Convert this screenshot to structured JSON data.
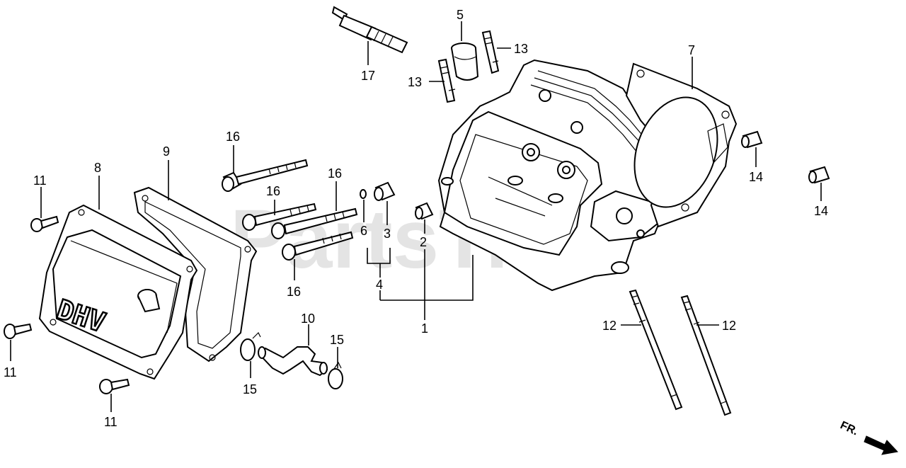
{
  "watermark": "PartsTree",
  "cover_text": "DHV",
  "direction_label": "FR.",
  "callouts": {
    "c1": "1",
    "c2": "2",
    "c3": "3",
    "c4": "4",
    "c5": "5",
    "c6": "6",
    "c7": "7",
    "c8": "8",
    "c9": "9",
    "c10": "10",
    "c11a": "11",
    "c11b": "11",
    "c11c": "11",
    "c12a": "12",
    "c12b": "12",
    "c13a": "13",
    "c13b": "13",
    "c14a": "14",
    "c14b": "14",
    "c15a": "15",
    "c15b": "15",
    "c16a": "16",
    "c16b": "16",
    "c16c": "16",
    "c16d": "16",
    "c17": "17"
  }
}
